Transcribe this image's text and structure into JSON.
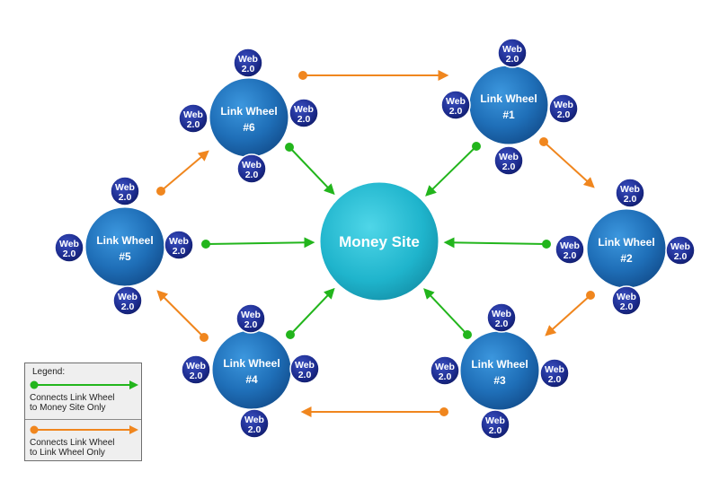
{
  "money_site": {
    "label": "Money Site"
  },
  "wheels": [
    {
      "id": 1,
      "line1": "Link Wheel",
      "line2": "#1"
    },
    {
      "id": 2,
      "line1": "Link Wheel",
      "line2": "#2"
    },
    {
      "id": 3,
      "line1": "Link Wheel",
      "line2": "#3"
    },
    {
      "id": 4,
      "line1": "Link Wheel",
      "line2": "#4"
    },
    {
      "id": 5,
      "line1": "Link Wheel",
      "line2": "#5"
    },
    {
      "id": 6,
      "line1": "Link Wheel",
      "line2": "#6"
    }
  ],
  "web20": {
    "line1": "Web",
    "line2": "2.0"
  },
  "legend": {
    "title": "Legend:",
    "green_text_1": "Connects Link Wheel",
    "green_text_2": "to Money Site Only",
    "orange_text_1": "Connects Link Wheel",
    "orange_text_2": "to Link Wheel Only"
  },
  "colors": {
    "green": "#22b51c",
    "orange": "#f0861e",
    "wheel_blue": "#1f6fb8",
    "money_site_cyan": "#1fb4cc",
    "web20_navy": "#1b2a8c"
  },
  "connections": {
    "to_money_site": [
      1,
      2,
      3,
      4,
      5,
      6
    ],
    "wheel_to_wheel": [
      [
        6,
        1
      ],
      [
        1,
        2
      ],
      [
        2,
        3
      ],
      [
        3,
        4
      ],
      [
        4,
        5
      ],
      [
        5,
        6
      ]
    ]
  }
}
